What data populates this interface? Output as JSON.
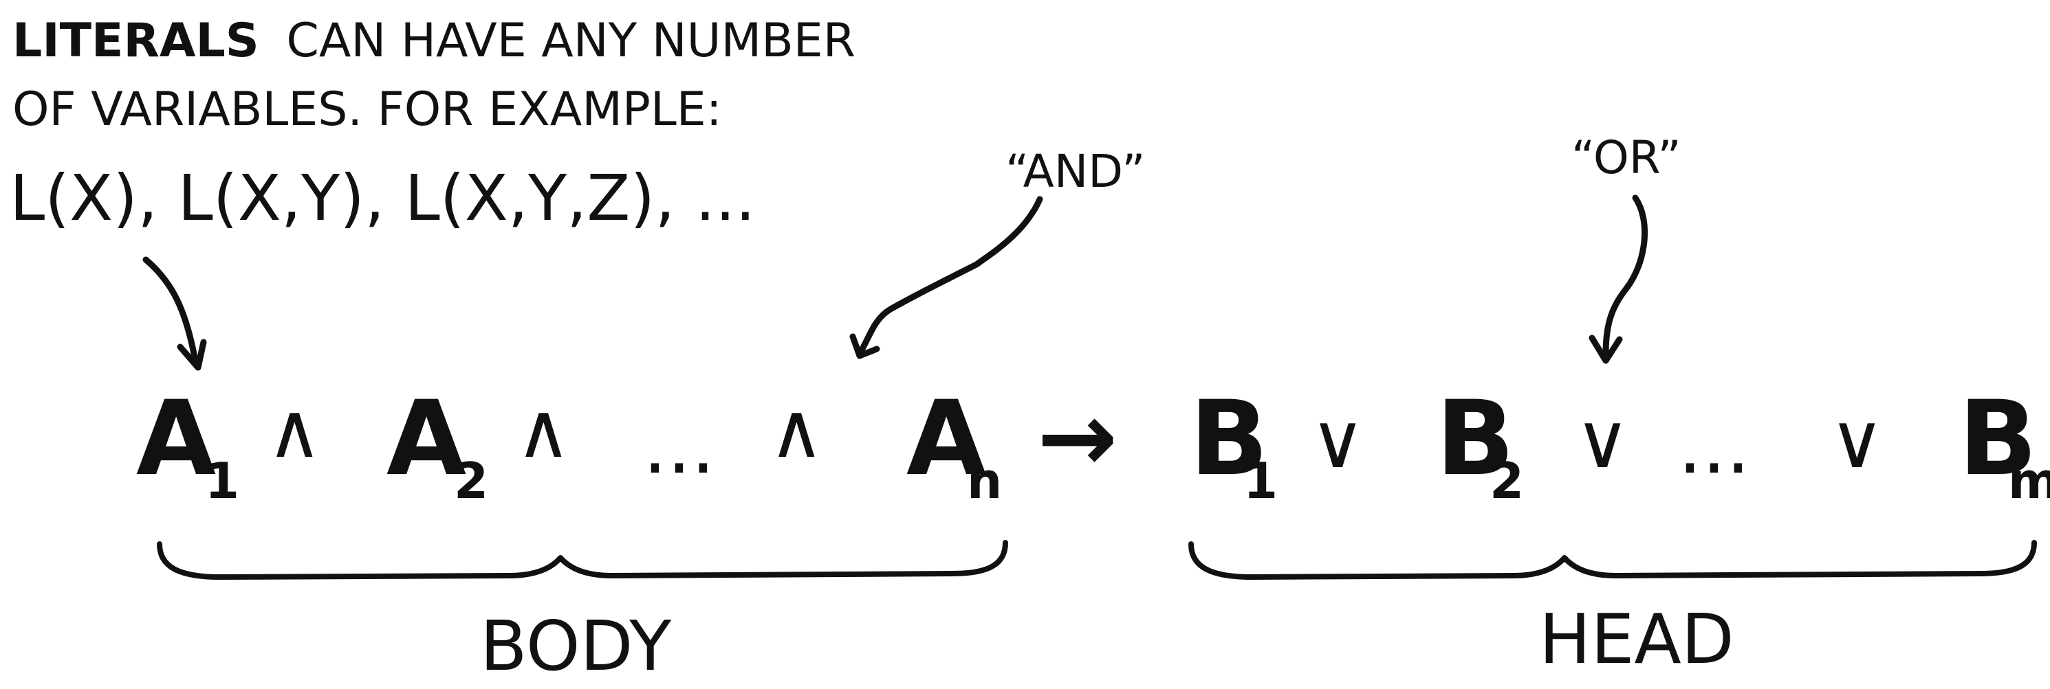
{
  "intro": {
    "line1_bold": "LITERALS",
    "line1_rest": "CAN HAVE ANY NUMBER",
    "line2": "OF VARIABLES. FOR EXAMPLE:",
    "examples": "L(X), L(X,Y), L(X,Y,Z), ..."
  },
  "annotations": {
    "and_label": "“AND”",
    "or_label": "“OR”"
  },
  "formula": {
    "body_terms": [
      {
        "letter": "A",
        "sub": "1"
      },
      {
        "letter": "A",
        "sub": "2"
      },
      {
        "letter": "A",
        "sub": "n"
      }
    ],
    "head_terms": [
      {
        "letter": "B",
        "sub": "1"
      },
      {
        "letter": "B",
        "sub": "2"
      },
      {
        "letter": "B",
        "sub": "m"
      }
    ],
    "and_symbol": "∧",
    "or_symbol": "∨",
    "ellipsis": "...",
    "implies": "→"
  },
  "braces": {
    "body_label": "BODY",
    "head_label": "HEAD"
  },
  "colors": {
    "ink": "#111111",
    "background": "#ffffff"
  }
}
